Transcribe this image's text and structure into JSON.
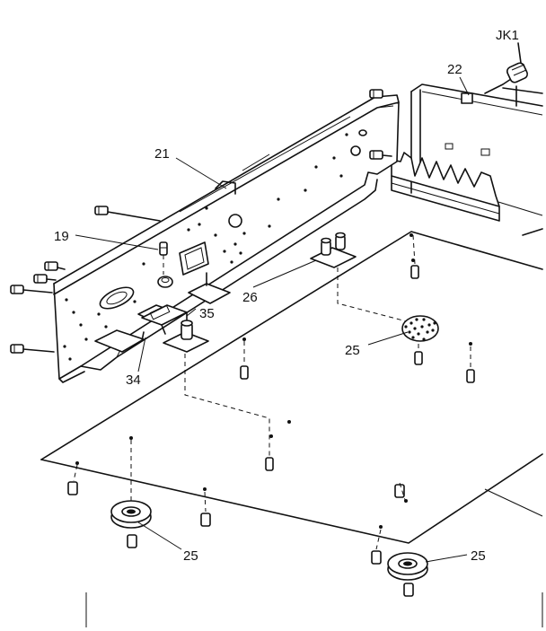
{
  "callouts": {
    "jk1": "JK1",
    "p22": "22",
    "p21": "21",
    "p19": "19",
    "p26": "26",
    "p35": "35",
    "p34": "34",
    "p25_center": "25",
    "p25_left": "25",
    "p25_right": "25"
  }
}
